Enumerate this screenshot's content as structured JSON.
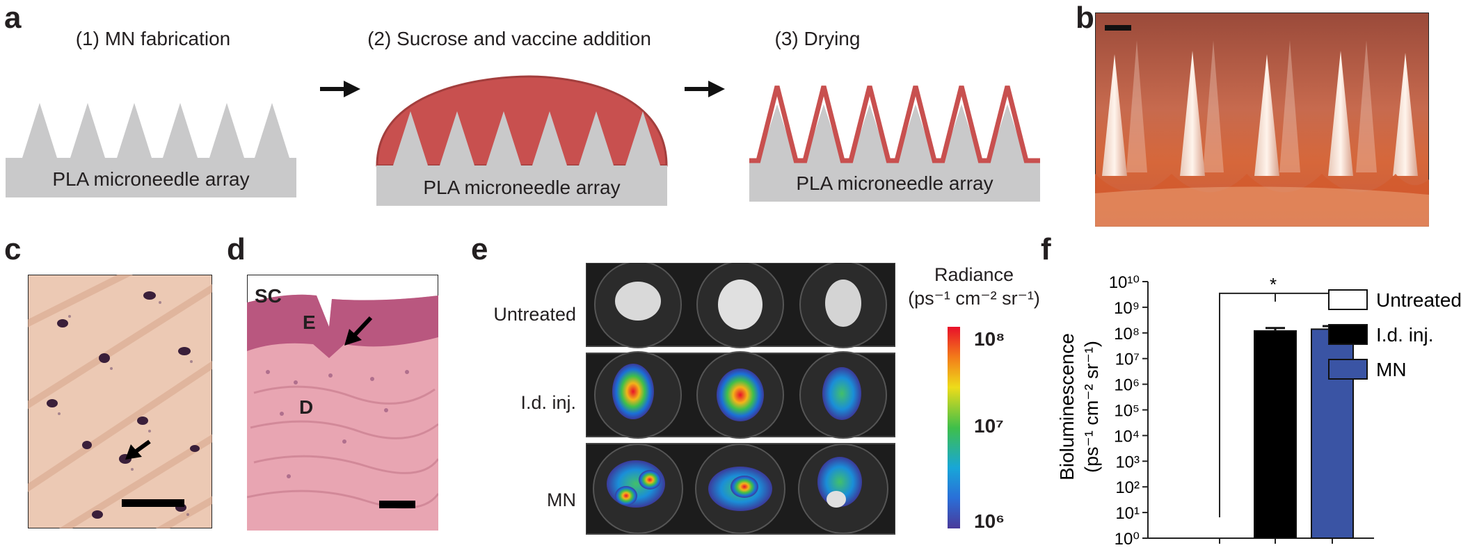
{
  "panels": {
    "a": "a",
    "b": "b",
    "c": "c",
    "d": "d",
    "e": "e",
    "f": "f"
  },
  "panel_a": {
    "steps": [
      {
        "title": "(1) MN fabrication",
        "base_label": "PLA microneedle array"
      },
      {
        "title": "(2) Sucrose and vaccine addition",
        "base_label": "PLA microneedle array"
      },
      {
        "title": "(3) Drying",
        "base_label": "PLA microneedle array"
      }
    ],
    "colors": {
      "needle": "#c9c9ca",
      "coating": "#c8504f",
      "arrow": "#111111"
    }
  },
  "panel_d": {
    "labels": {
      "sc": "SC",
      "e": "E",
      "d": "D"
    }
  },
  "panel_e": {
    "rows": [
      "Untreated",
      "I.d. inj.",
      "MN"
    ],
    "colorbar": {
      "title_line1": "Radiance",
      "title_line2": "(ps⁻¹ cm⁻² sr⁻¹)",
      "ticks": [
        "10⁸",
        "10⁷",
        "10⁶"
      ]
    }
  },
  "chart_data": {
    "type": "bar",
    "ylabel_line1": "Bioluminescence",
    "ylabel_line2": "(ps⁻¹ cm⁻² sr⁻¹)",
    "yscale": "log",
    "ylim": [
      1,
      10000000000
    ],
    "yticks": [
      "10⁰",
      "10¹",
      "10²",
      "10³",
      "10⁴",
      "10⁵",
      "10⁶",
      "10⁷",
      "10⁸",
      "10⁹",
      "10¹⁰"
    ],
    "categories": [
      "Untreated",
      "I.d. inj.",
      "MN"
    ],
    "values": [
      1,
      120000000,
      140000000
    ],
    "error_upper": [
      null,
      155000000,
      185000000
    ],
    "colors": [
      "#ffffff",
      "#000000",
      "#3a54a4"
    ],
    "significance": "*",
    "legend": [
      "Untreated",
      "I.d. inj.",
      "MN"
    ],
    "legend_position": "right"
  }
}
